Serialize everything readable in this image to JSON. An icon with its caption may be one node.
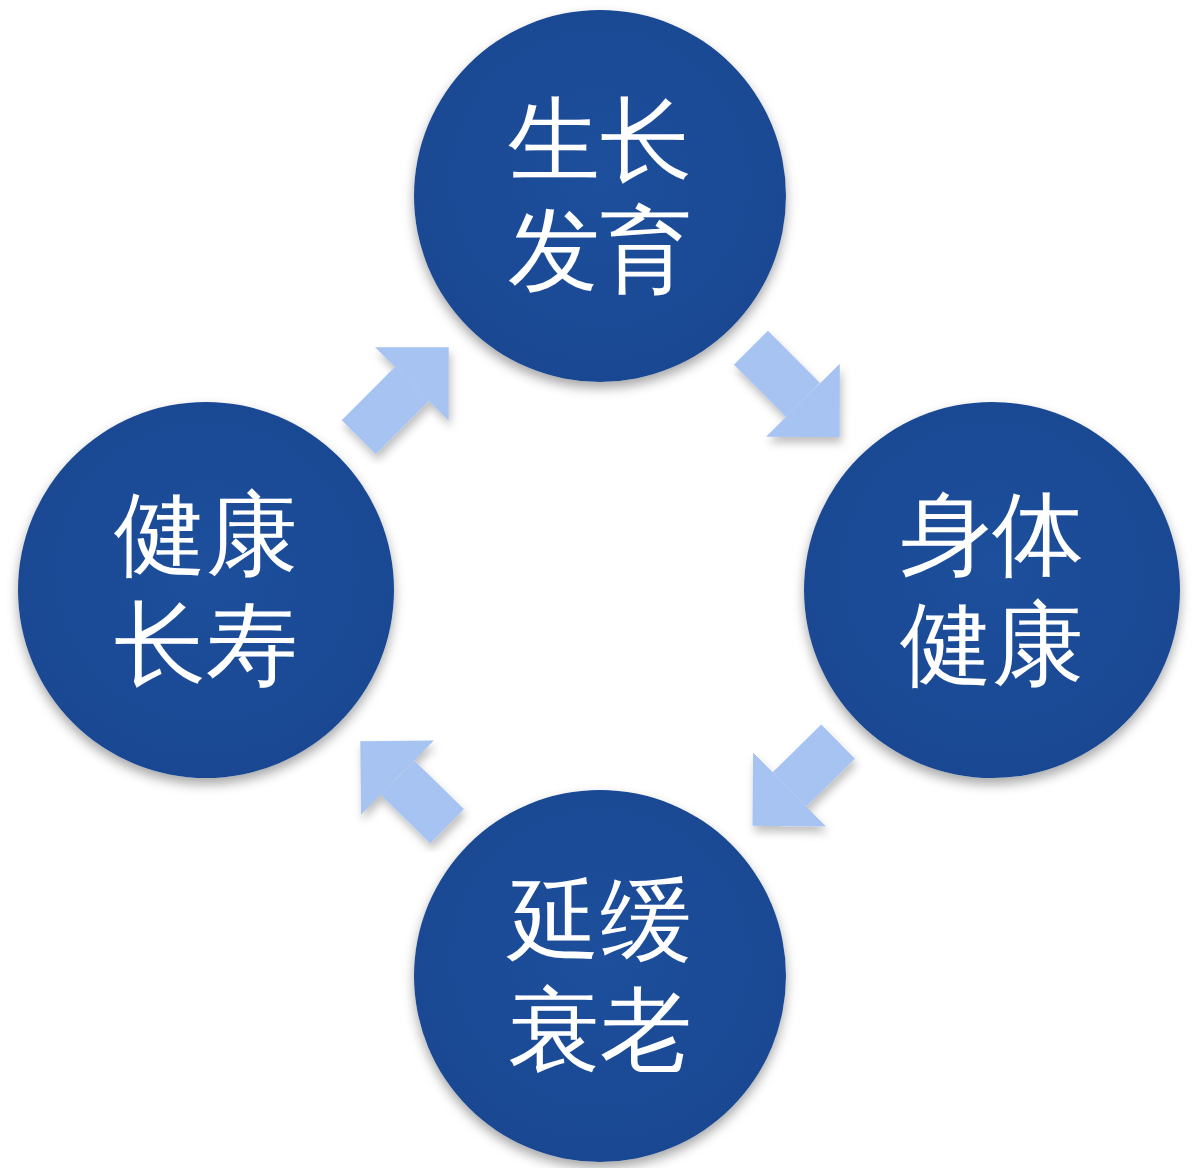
{
  "diagram": {
    "nodes": [
      {
        "text": [
          "生长发育"
        ]
      },
      {
        "text": [
          "身体健康"
        ]
      },
      {
        "text": [
          "延缓衰老"
        ]
      },
      {
        "text": [
          "健康长寿"
        ]
      }
    ],
    "edges": [
      {
        "from": 0,
        "to": 1,
        "arrow": "to"
      },
      {
        "from": 1,
        "to": 2,
        "arrow": "to"
      },
      {
        "from": 2,
        "to": 3,
        "arrow": "to"
      },
      {
        "from": 3,
        "to": 0,
        "arrow": "to"
      }
    ]
  }
}
